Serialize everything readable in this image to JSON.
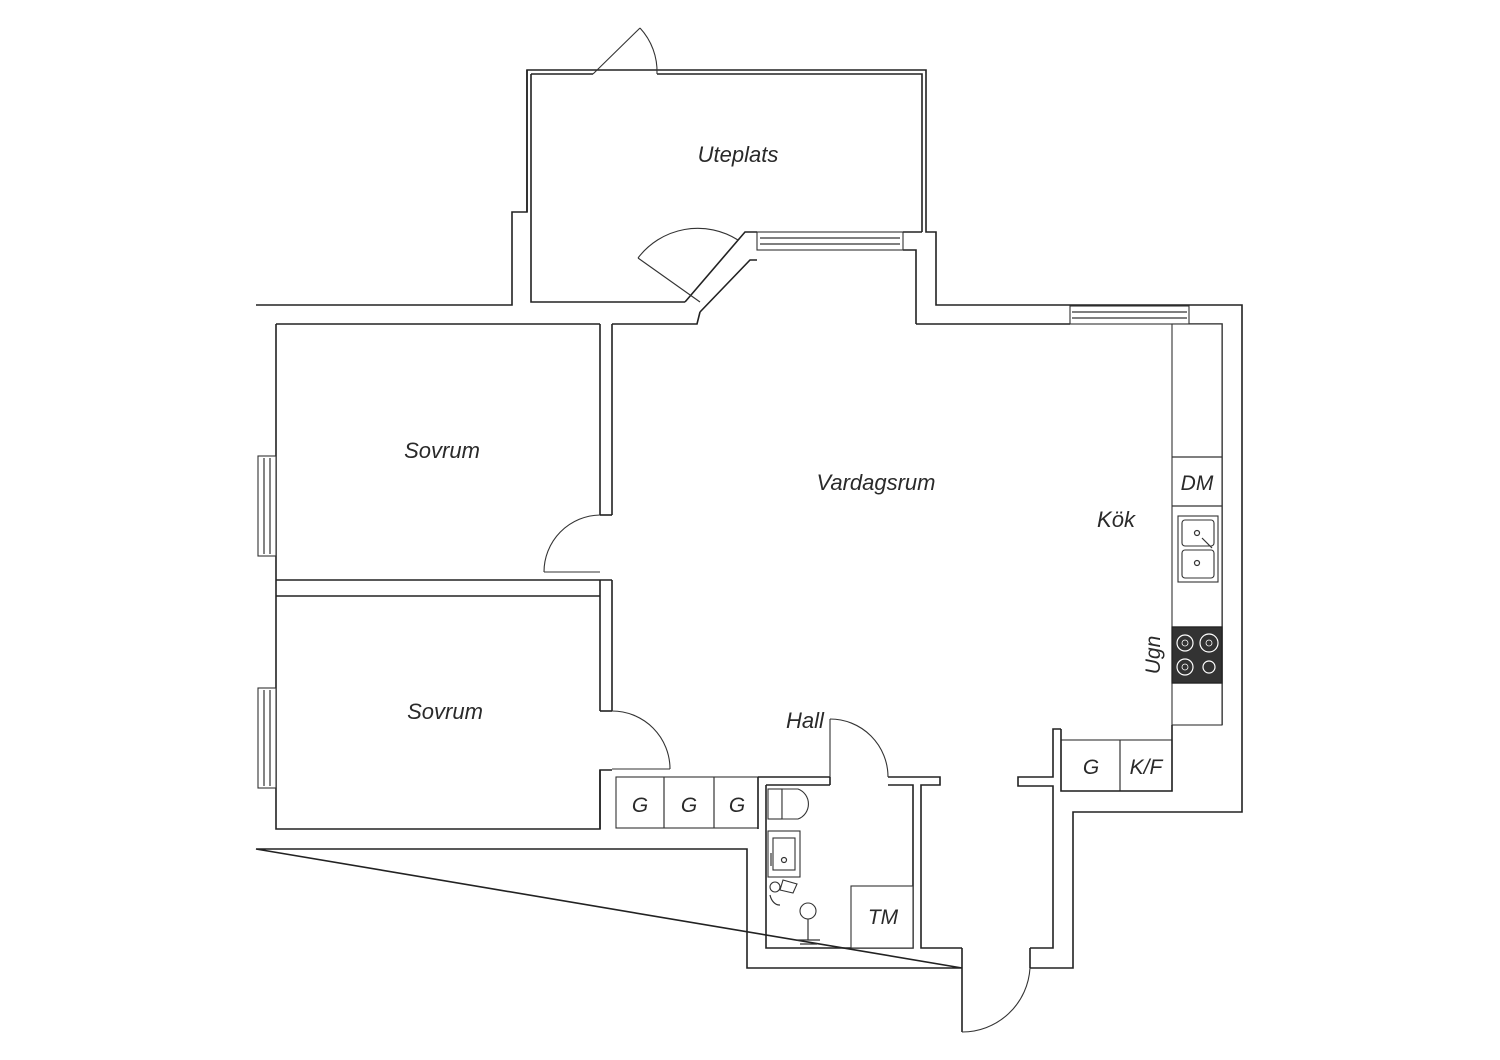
{
  "rooms": {
    "uteplats": "Uteplats",
    "sovrum_1": "Sovrum",
    "sovrum_2": "Sovrum",
    "vardagsrum": "Vardagsrum",
    "kok": "Kök",
    "hall": "Hall"
  },
  "fixtures": {
    "dm": "DM",
    "ugn": "Ugn",
    "g_kitchen": "G",
    "kf": "K/F",
    "g_1": "G",
    "g_2": "G",
    "g_3": "G",
    "tm": "TM"
  },
  "colors": {
    "line": "#222222",
    "stove": "#333333",
    "background": "#ffffff"
  }
}
